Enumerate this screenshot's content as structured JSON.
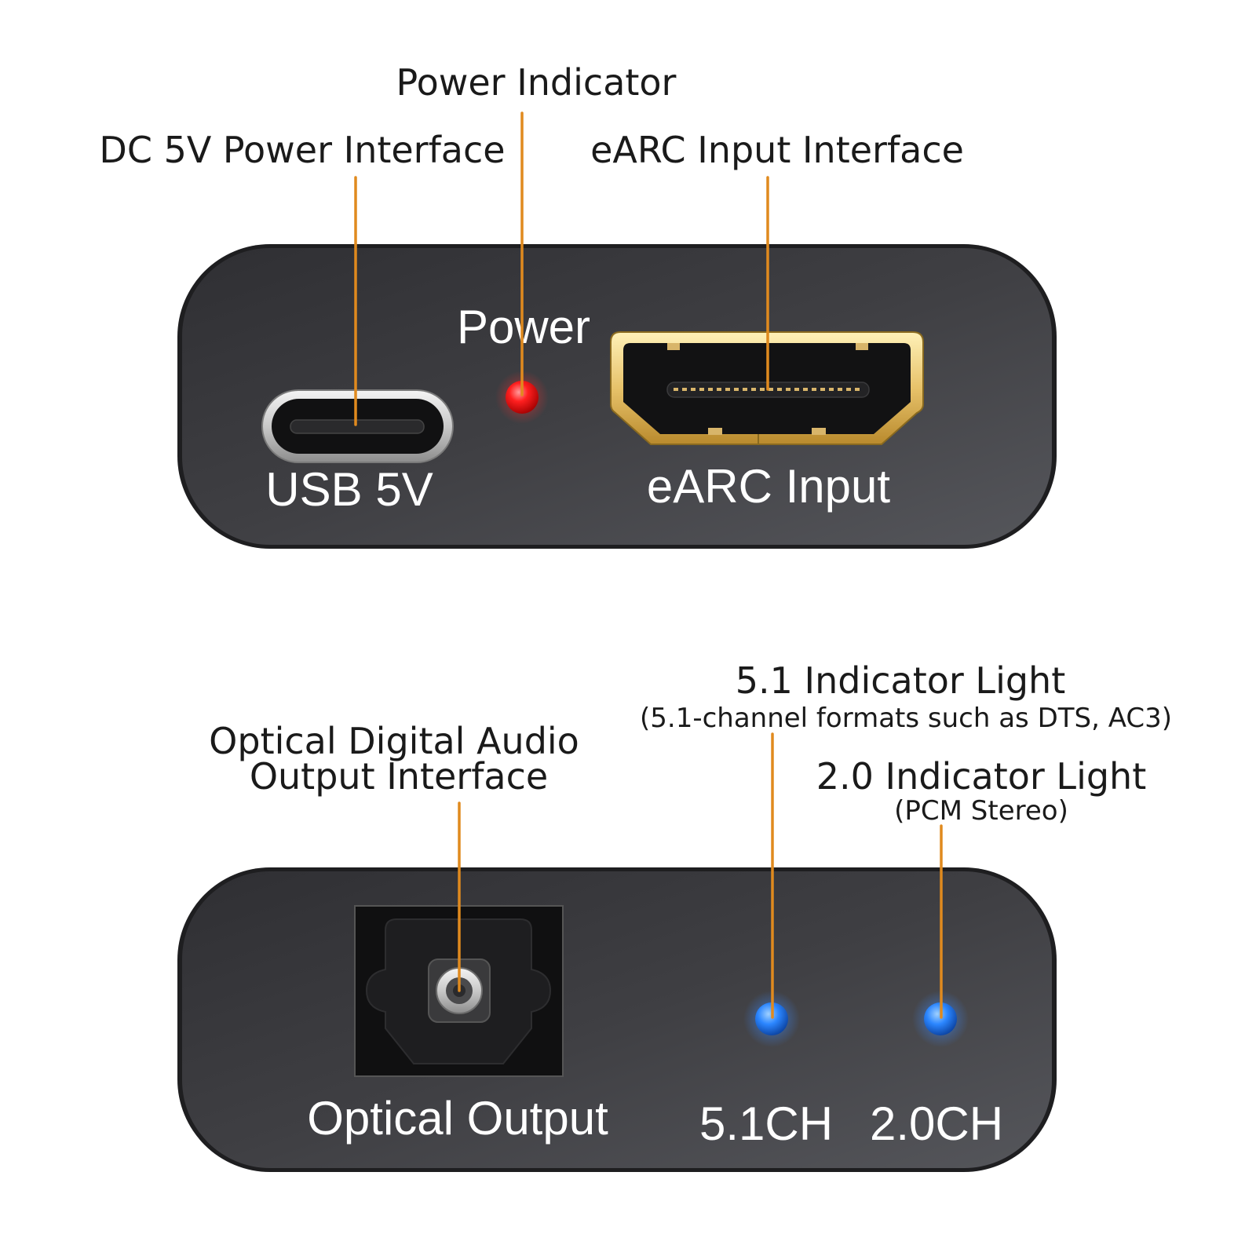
{
  "colors": {
    "leader_line": "#e08a1e",
    "device_body": "#3f3f43",
    "power_led": "#ff1f1f",
    "channel_led": "#2b86ff",
    "hdmi_gold": "#e7c26a"
  },
  "callouts": {
    "power_indicator": "Power Indicator",
    "dc_power_interface": "DC 5V Power Interface",
    "earc_input_interface": "eARC Input Interface",
    "optical_output_interface_line1": "Optical Digital Audio",
    "optical_output_interface_line2": "Output Interface",
    "indicator_51_title": "5.1 Indicator Light",
    "indicator_51_detail": "(5.1-channel formats such as DTS, AC3)",
    "indicator_20_title": "2.0 Indicator Light",
    "indicator_20_detail": "(PCM Stereo)"
  },
  "device_top": {
    "usb_label": "USB 5V",
    "power_label": "Power",
    "earc_label": "eARC Input",
    "icons": [
      "usb-c-port-icon",
      "power-led-icon",
      "hdmi-port-icon"
    ]
  },
  "device_bottom": {
    "optical_label": "Optical Output",
    "ch51_label": "5.1CH",
    "ch20_label": "2.0CH",
    "icons": [
      "toslink-port-icon",
      "led-51-icon",
      "led-20-icon"
    ]
  }
}
